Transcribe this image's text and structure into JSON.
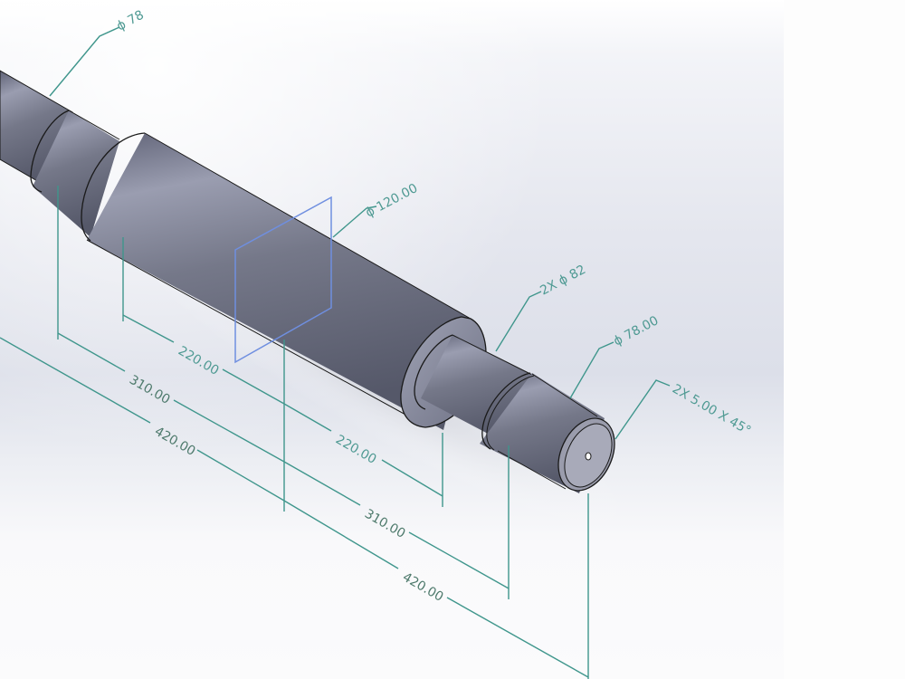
{
  "viewport": {
    "background_top": "#ffffff",
    "background_mid": "#dcdfe9",
    "part_color": "#6b6e82",
    "dimension_color": "#3f968c",
    "section_plane_color": "#6f8fe0"
  },
  "annotations": {
    "dia_left": "ϕ 78",
    "dia_center": "ϕ 120.00",
    "dia_shoulder": "2X ϕ 82",
    "dia_right": "ϕ 78.00",
    "chamfer": "2X 5.00  X 45°"
  },
  "dimensions": {
    "left_220": "220.00",
    "left_310": "310.00",
    "left_420": "420.00",
    "right_220": "220.00",
    "right_310": "310.00",
    "right_420": "420.00"
  }
}
